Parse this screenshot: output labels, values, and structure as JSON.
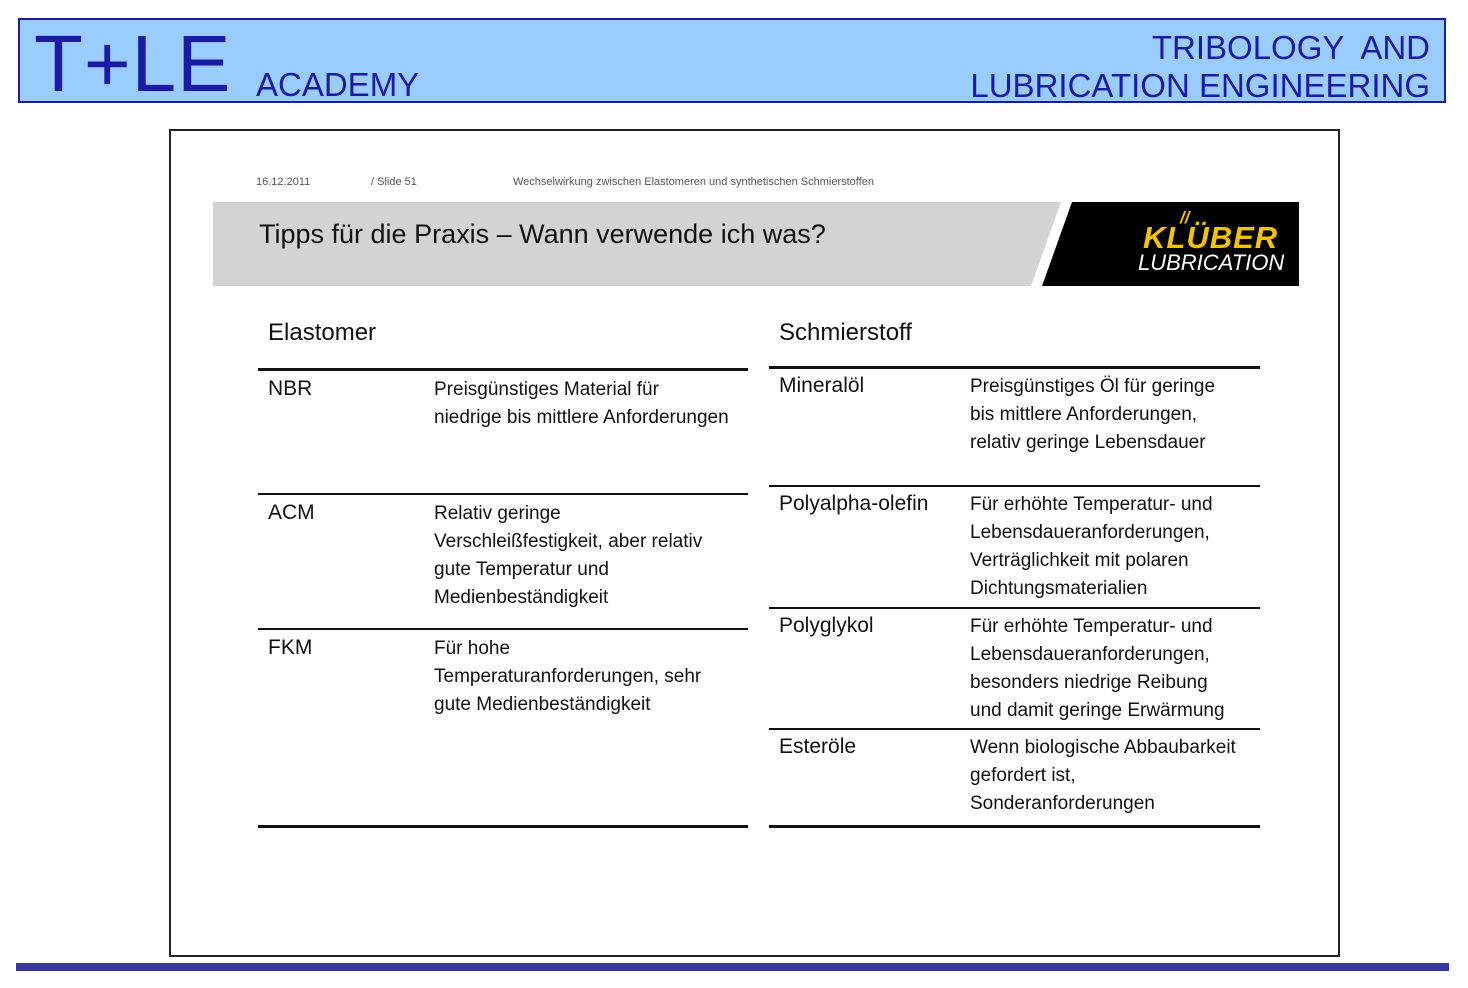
{
  "banner": {
    "logo_main": "T+LE",
    "logo_sub": "ACADEMY",
    "right_line1": "TRIBOLOGY  AND",
    "right_line2": "LUBRICATION ENGINEERING"
  },
  "slide": {
    "date": "16.12.2011",
    "slide_no": "/ Slide 51",
    "topic": "Wechselwirkung zwischen Elastomeren und synthetischen Schmierstoffen",
    "title": "Tipps für die Praxis – Wann verwende ich was?",
    "brand_mark": "//",
    "brand_name": "KLÜBER",
    "brand_sub": "LUBRICATION",
    "colors": {
      "banner_bg": "#99ccff",
      "banner_text": "#1a1aa6",
      "title_band": "#d3d3d3",
      "brand_bg": "#000000",
      "brand_yellow": "#f4c200"
    }
  },
  "elastomer": {
    "heading": "Elastomer",
    "rows": [
      {
        "term": "NBR",
        "lines": [
          "Preisgünstiges Material für",
          "niedrige bis mittlere Anforderungen"
        ]
      },
      {
        "term": "ACM",
        "lines": [
          "Relativ geringe",
          "Verschleißfestigkeit, aber relativ",
          "gute Temperatur und",
          "Medienbeständigkeit"
        ]
      },
      {
        "term": "FKM",
        "lines": [
          "Für hohe",
          "Temperaturanforderungen, sehr",
          "gute Medienbeständigkeit"
        ]
      }
    ]
  },
  "schmierstoff": {
    "heading": "Schmierstoff",
    "rows": [
      {
        "term": "Mineralöl",
        "lines": [
          "Preisgünstiges Öl für geringe",
          "bis mittlere Anforderungen,",
          "relativ geringe Lebensdauer"
        ]
      },
      {
        "term": "Polyalpha-olefin",
        "lines": [
          "Für erhöhte Temperatur- und",
          "Lebensdaueranforderungen,",
          "Verträglichkeit mit polaren",
          "Dichtungsmaterialien"
        ]
      },
      {
        "term": "Polyglykol",
        "lines": [
          "Für erhöhte Temperatur- und",
          "Lebensdaueranforderungen,",
          "besonders niedrige Reibung",
          "und damit geringe Erwärmung"
        ]
      },
      {
        "term": "Esteröle",
        "lines": [
          "Wenn biologische Abbaubarkeit",
          "gefordert ist,",
          "Sonderanforderungen"
        ]
      }
    ]
  }
}
